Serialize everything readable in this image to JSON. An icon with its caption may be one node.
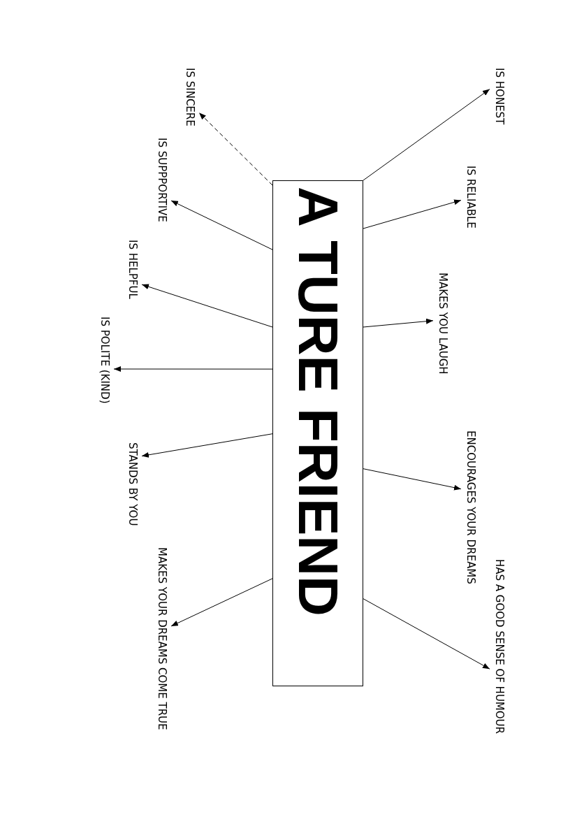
{
  "diagram": {
    "nodes": [
      {
        "text": [
          "A TURE FRIEND"
        ]
      },
      {
        "text": [
          "IS HONEST"
        ]
      },
      {
        "text": [
          "IS RELIABLE"
        ]
      },
      {
        "text": [
          "MAKES YOU LAUGH"
        ]
      },
      {
        "text": [
          "ENCOURAGES YOUR DREAMS"
        ]
      },
      {
        "text": [
          "HAS A GOOD SENSE OF HUMOUR"
        ]
      },
      {
        "text": [
          "IS SINCERE"
        ]
      },
      {
        "text": [
          "IS SUPPPORTIVE"
        ]
      },
      {
        "text": [
          "IS HELPFUL"
        ]
      },
      {
        "text": [
          "IS POLITE (KIND)"
        ]
      },
      {
        "text": [
          "STANDS BY YOU"
        ]
      },
      {
        "text": [
          "MAKES YOUR DREAMS COME TRUE"
        ]
      }
    ],
    "edges": [
      {
        "from": 0,
        "to": 1,
        "arrow": "to"
      },
      {
        "from": 0,
        "to": 2,
        "arrow": "to"
      },
      {
        "from": 0,
        "to": 3,
        "arrow": "to"
      },
      {
        "from": 0,
        "to": 4,
        "arrow": "to"
      },
      {
        "from": 0,
        "to": 5,
        "arrow": "to"
      },
      {
        "from": 0,
        "to": 6,
        "arrow": "to",
        "style": "dashed"
      },
      {
        "from": 0,
        "to": 7,
        "arrow": "to"
      },
      {
        "from": 0,
        "to": 8,
        "arrow": "to"
      },
      {
        "from": 0,
        "to": 9,
        "arrow": "to"
      },
      {
        "from": 0,
        "to": 10,
        "arrow": "to"
      },
      {
        "from": 0,
        "to": 11,
        "arrow": "to"
      }
    ]
  }
}
